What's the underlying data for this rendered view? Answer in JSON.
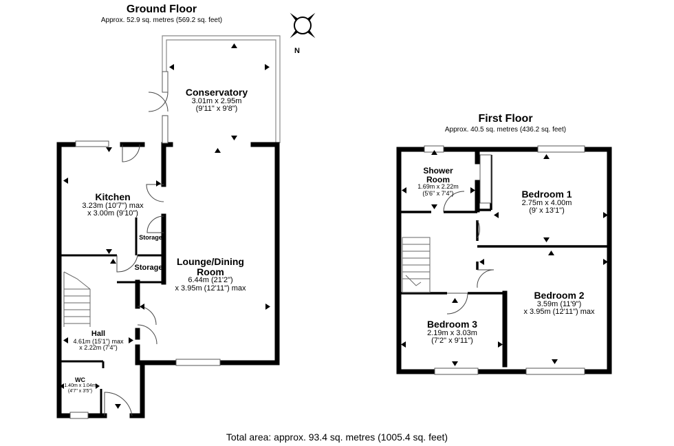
{
  "ground_floor": {
    "title": "Ground Floor",
    "area": "Approx. 52.9 sq. metres (569.2 sq. feet)",
    "rooms": {
      "conservatory": {
        "name": "Conservatory",
        "dim1": "3.01m x 2.95m",
        "dim2": "(9'11\" x 9'8\")"
      },
      "kitchen": {
        "name": "Kitchen",
        "dim1": "3.23m (10'7\") max",
        "dim2": "x 3.00m (9'10\")"
      },
      "storage_upper": {
        "name": "Storage"
      },
      "storage_lower": {
        "name": "Storage"
      },
      "lounge": {
        "name": "Lounge/Dining Room",
        "dim1": "6.44m (21'2\")",
        "dim2": "x 3.95m (12'11\") max"
      },
      "hall": {
        "name": "Hall",
        "dim1": "4.61m (15'1\") max",
        "dim2": "x 2.22m (7'4\")"
      },
      "wc": {
        "name": "WC",
        "dim1": "1.40m x 1.04m",
        "dim2": "(4'7\" x 3'5\")"
      }
    }
  },
  "first_floor": {
    "title": "First Floor",
    "area": "Approx. 40.5 sq. metres (436.2 sq. feet)",
    "rooms": {
      "shower": {
        "name": "Shower Room",
        "dim1": "1.69m x 2.22m",
        "dim2": "(5'6\" x 7'4\")"
      },
      "bedroom1": {
        "name": "Bedroom 1",
        "dim1": "2.75m x 4.00m",
        "dim2": "(9' x 13'1\")"
      },
      "bedroom2": {
        "name": "Bedroom 2",
        "dim1": "3.59m (11'9\")",
        "dim2": "x 3.95m (12'11\") max"
      },
      "bedroom3": {
        "name": "Bedroom 3",
        "dim1": "2.19m x 3.03m",
        "dim2": "(7'2\" x 9'11\")"
      }
    }
  },
  "compass": {
    "label": "N",
    "icon": "compass-rose-icon"
  },
  "total_area": "Total area: approx. 93.4 sq. metres (1005.4 sq. feet)",
  "colors": {
    "wall": "#000000",
    "background": "#ffffff",
    "glazing": "#888888"
  }
}
